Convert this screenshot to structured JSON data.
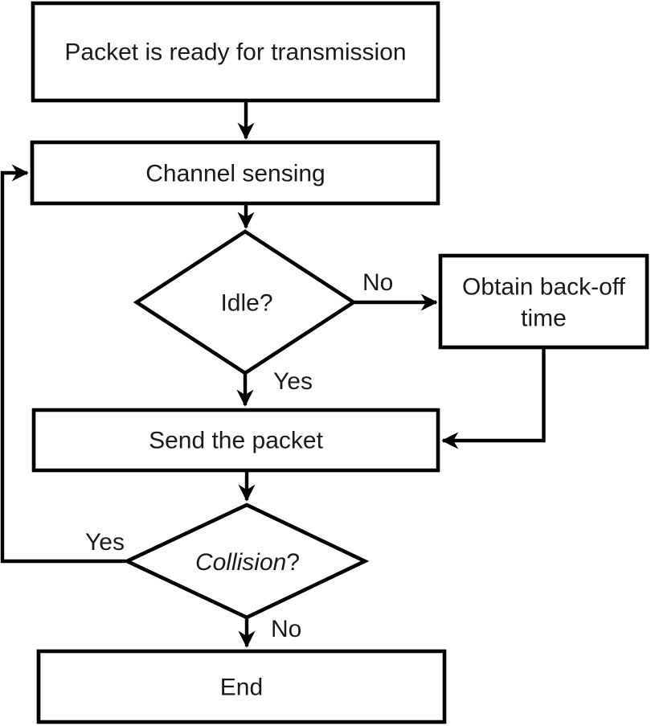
{
  "diagram": {
    "type": "flowchart",
    "background_color": "#ffffff",
    "stroke_color": "#000000",
    "text_color": "#1a1a1a",
    "nodes": {
      "start": {
        "shape": "rectangle",
        "label": "Packet is ready for transmission"
      },
      "channel_sensing": {
        "shape": "rectangle",
        "label": "Channel sensing"
      },
      "idle_decision": {
        "shape": "diamond",
        "label": "Idle?"
      },
      "obtain_backoff": {
        "shape": "rectangle",
        "label_line1": "Obtain back-off",
        "label_line2": "time"
      },
      "send_packet": {
        "shape": "rectangle",
        "label": "Send the packet"
      },
      "collision_decision": {
        "shape": "diamond",
        "label_word": "Collision",
        "label_punct": "?"
      },
      "end": {
        "shape": "rectangle",
        "label": "End"
      }
    },
    "edge_labels": {
      "idle_no": "No",
      "idle_yes": "Yes",
      "collision_yes": "Yes",
      "collision_no": "No"
    }
  }
}
